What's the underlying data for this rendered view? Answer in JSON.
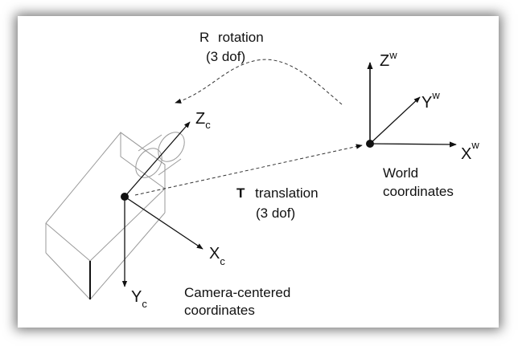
{
  "rotation": {
    "symbol": "R",
    "word": "rotation",
    "dof": "(3 dof)"
  },
  "translation": {
    "symbol": "T",
    "word": "translation",
    "dof": "(3 dof)"
  },
  "camera_axes": {
    "z_main": "Z",
    "z_sub": "c",
    "x_main": "X",
    "x_sub": "c",
    "y_main": "Y",
    "y_sub": "c"
  },
  "world_axes": {
    "z_main": "Z",
    "z_sup": "w",
    "y_main": "Y",
    "y_sup": "w",
    "x_main": "X",
    "x_sup": "w"
  },
  "camera_caption": {
    "line1": "Camera-centered",
    "line2": "coordinates"
  },
  "world_caption": {
    "line1": "World",
    "line2": "coordinates"
  },
  "colors": {
    "ink": "#111111",
    "camera_body": "#9a9a9a",
    "frame_shadow": "#000000"
  }
}
